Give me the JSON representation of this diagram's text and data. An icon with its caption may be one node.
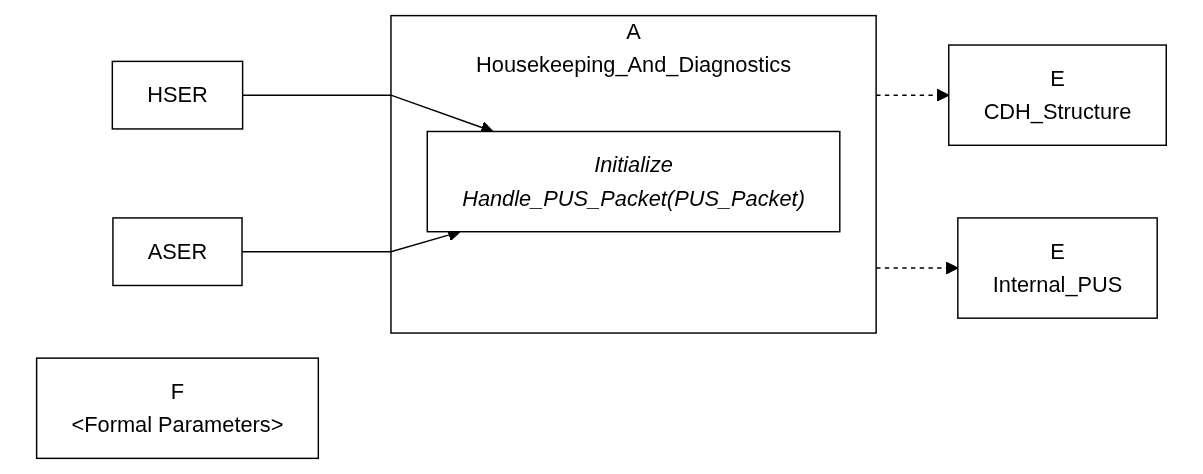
{
  "diagram": {
    "nodes": [
      {
        "text": [
          "A",
          "Housekeeping_And_Diagnostics"
        ]
      },
      {
        "text": [
          "HSER"
        ]
      },
      {
        "text": [
          "ASER"
        ]
      },
      {
        "text": [
          "Initialize",
          "Handle_PUS_Packet(PUS_Packet)"
        ],
        "in": 0
      },
      {
        "text": [
          "E",
          "CDH_Structure"
        ]
      },
      {
        "text": [
          "E",
          "Internal_PUS"
        ]
      },
      {
        "text": [
          "F",
          "<Formal Parameters>"
        ]
      }
    ],
    "edges": [
      {
        "from": 1,
        "to": 3,
        "arrow": "to"
      },
      {
        "from": 2,
        "to": 3,
        "arrow": "to"
      },
      {
        "from": 0,
        "to": 4,
        "arrow": "to",
        "style": "dashed"
      },
      {
        "from": 0,
        "to": 5,
        "arrow": "to",
        "style": "dashed"
      }
    ]
  }
}
